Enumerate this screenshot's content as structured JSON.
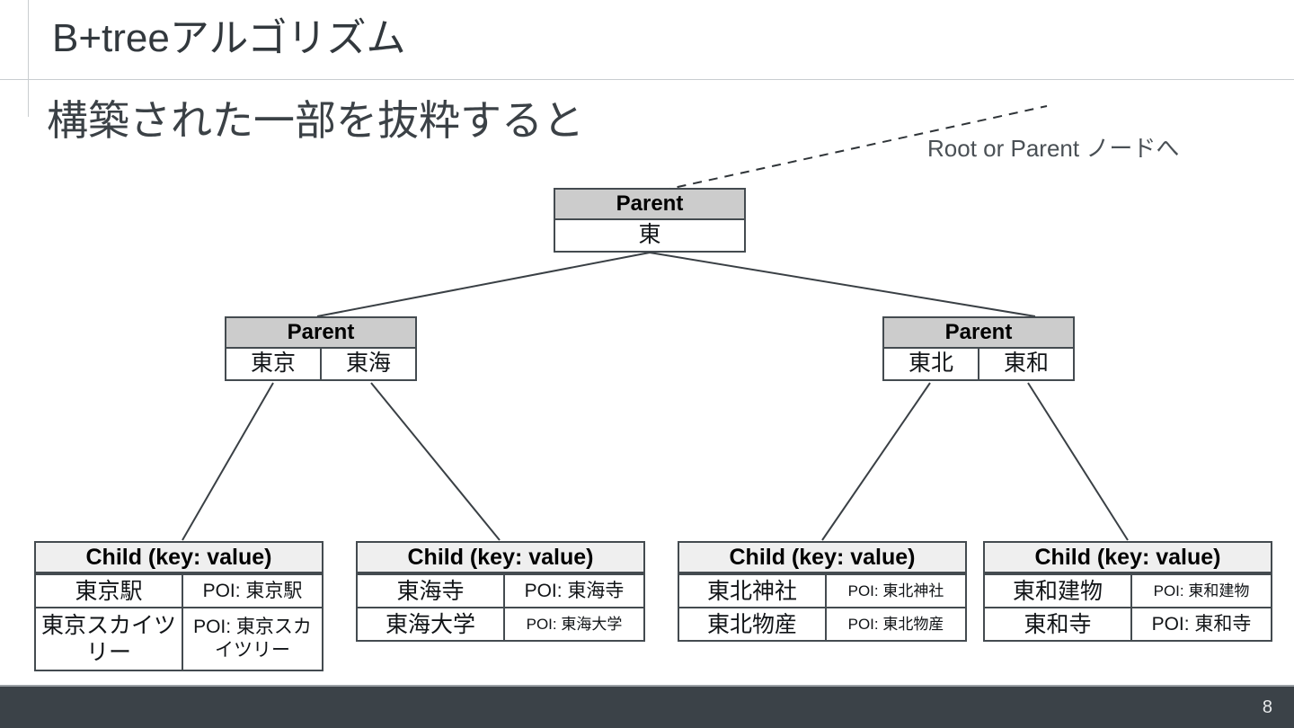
{
  "slide": {
    "title": "B+treeアルゴリズム",
    "subtitle": "構築された一部を抜粋すると",
    "page_number": "8",
    "footer_color": "#3b4248",
    "accent_gray": "#cccccc",
    "child_header_gray": "#efefef",
    "border_color": "#444b50"
  },
  "callout": {
    "label": "Root or Parent ノードへ"
  },
  "tree": {
    "root": {
      "header": "Parent",
      "keys": [
        "東"
      ]
    },
    "internal": [
      {
        "header": "Parent",
        "keys": [
          "東京",
          "東海"
        ]
      },
      {
        "header": "Parent",
        "keys": [
          "東北",
          "東和"
        ]
      }
    ],
    "leaves": [
      {
        "header": "Child (key: value)",
        "rows": [
          {
            "key": "東京駅",
            "value": "POI: 東京駅"
          },
          {
            "key": "東京スカイツリー",
            "value": "POI: 東京スカイツリー"
          }
        ]
      },
      {
        "header": "Child (key: value)",
        "rows": [
          {
            "key": "東海寺",
            "value": "POI: 東海寺"
          },
          {
            "key": "東海大学",
            "value": "POI: 東海大学"
          }
        ]
      },
      {
        "header": "Child (key: value)",
        "rows": [
          {
            "key": "東北神社",
            "value": "POI: 東北神社"
          },
          {
            "key": "東北物産",
            "value": "POI: 東北物産"
          }
        ]
      },
      {
        "header": "Child (key: value)",
        "rows": [
          {
            "key": "東和建物",
            "value": "POI: 東和建物"
          },
          {
            "key": "東和寺",
            "value": "POI: 東和寺"
          }
        ]
      }
    ]
  }
}
